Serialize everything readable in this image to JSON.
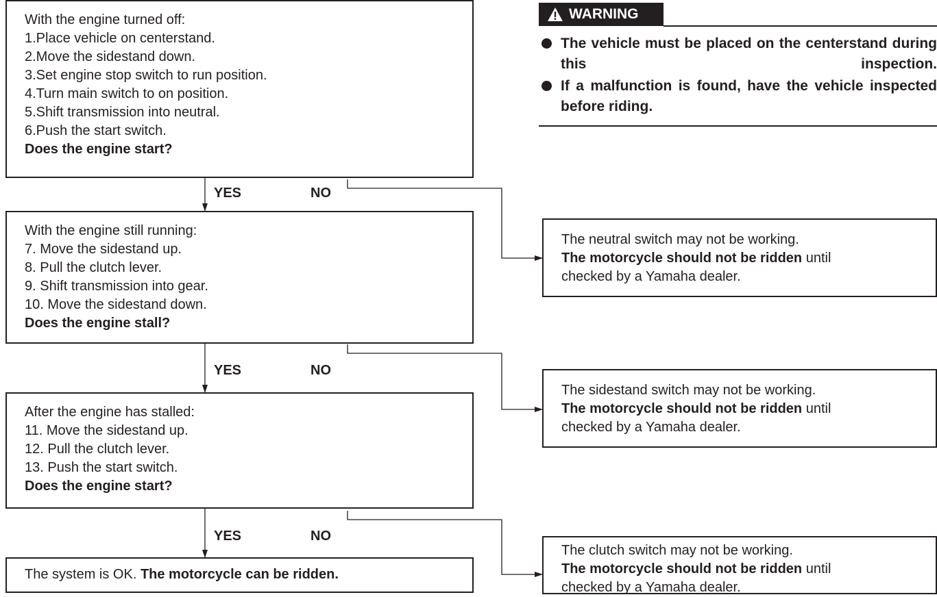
{
  "steps": [
    {
      "lines": [
        "With the engine turned off:",
        "1.Place vehicle on centerstand.",
        "2.Move the sidestand down.",
        "3.Set engine stop switch to run position.",
        "4.Turn main switch to on position.",
        "5.Shift transmission into neutral.",
        "6.Push the start switch."
      ],
      "question": "Does the engine start?"
    },
    {
      "lines": [
        "With the engine still running:",
        "7. Move the sidestand up.",
        "8. Pull the clutch lever.",
        "9. Shift transmission into gear.",
        "10. Move the sidestand down."
      ],
      "question": "Does the engine stall?"
    },
    {
      "lines": [
        "After the engine has stalled:",
        "11. Move the sidestand up.",
        "12. Pull the clutch lever.",
        "13. Push the start switch."
      ],
      "question": "Does the engine start?"
    }
  ],
  "labels": {
    "yes": "YES",
    "no": "NO"
  },
  "final": {
    "text": "The system is OK. ",
    "bold": "The motorcycle can be ridden."
  },
  "warning": {
    "title": "WARNING",
    "items": [
      "The vehicle must be placed on the centerstand during this inspection.",
      "If a malfunction is found, have the vehicle inspected before riding."
    ]
  },
  "results": [
    {
      "line1": "The neutral switch may not be working.",
      "bold": "The motorcycle should not be ridden",
      "rest": " until",
      "line3": "checked by a Yamaha dealer."
    },
    {
      "line1": "The sidestand switch may not be working.",
      "bold": "The motorcycle should not be ridden",
      "rest": " until",
      "line3": "checked by a Yamaha dealer."
    },
    {
      "line1": "The clutch switch may not be working.",
      "bold": "The motorcycle should not be ridden",
      "rest": " until",
      "line3": "checked by a Yamaha dealer."
    }
  ],
  "colors": {
    "ink": "#231f20",
    "background": "#ffffff"
  }
}
